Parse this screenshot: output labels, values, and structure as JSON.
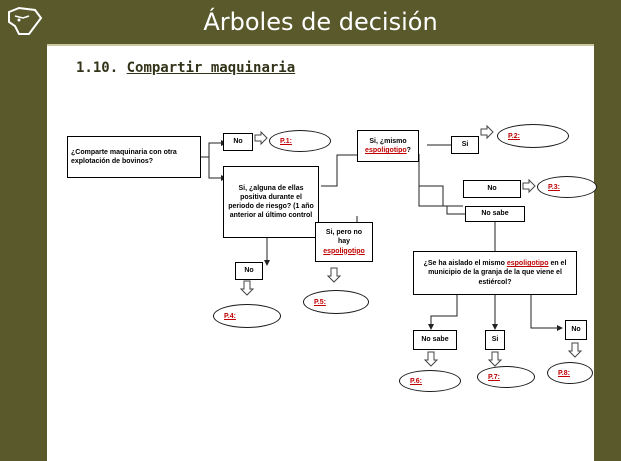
{
  "header": {
    "title": "Árboles de decisión"
  },
  "section": {
    "number": "1.10.",
    "title": "Compartir maquinaria"
  },
  "diagram": {
    "q1": "¿Comparte maquinaria con otra explotación de bovinos?",
    "no1": "No",
    "p1": "P.1:",
    "si_alguna": "Si, ¿alguna de ellas positiva durante el periodo de riesgo? (1 año anterior al último control",
    "no_a": "No",
    "p4": "P.4:",
    "si_mismo_pre": "Si, ¿mismo",
    "si_mismo_red": "espoligotipo",
    "si_mismo_post": "?",
    "si_b": "Si",
    "p2": "P.2:",
    "no_b": "No",
    "p3": "P.3:",
    "nosabe_b": "No sabe",
    "si_pero_pre": "Si, pero no hay",
    "si_pero_red": "espoligotipo",
    "p5": "P.5:",
    "q2_pre": "¿Se ha aislado el mismo",
    "q2_red": "espoligotipo",
    "q2_post": "en el municipio de la granja de la que viene el estiércol?",
    "nosabe_c": "No sabe",
    "si_c": "Si",
    "no_c": "No",
    "p6": "P.6:",
    "p7": "P.7:",
    "p8": "P.8:"
  }
}
